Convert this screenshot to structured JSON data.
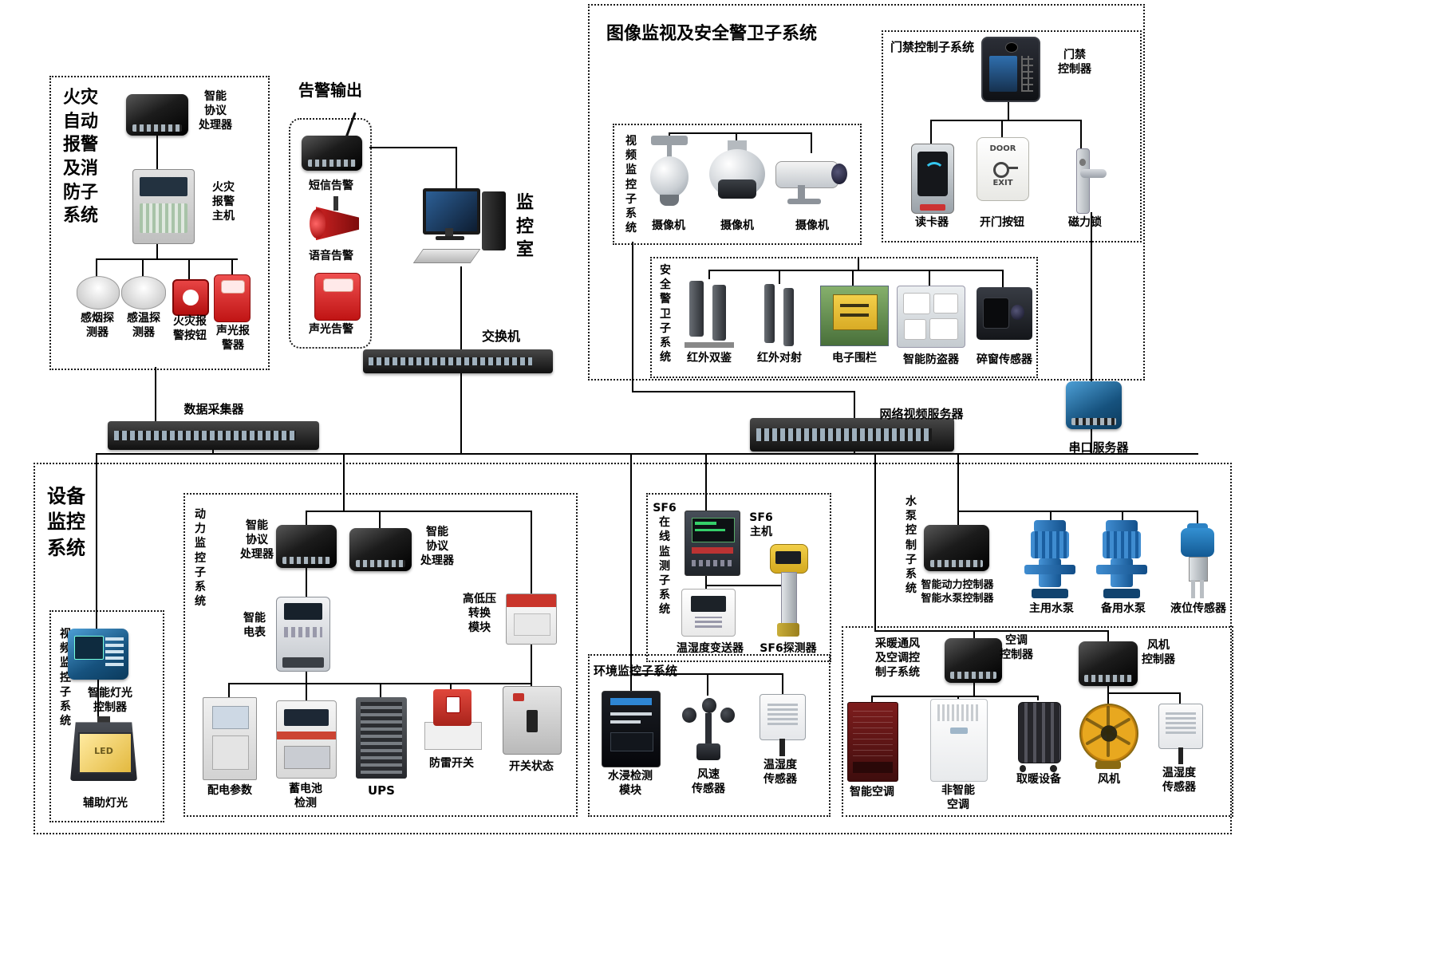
{
  "diagram": {
    "fire": {
      "title": "火灾\n自动\n报警\n及消\n防子\n系统",
      "protocol_processor": "智能\n协议\n处理器",
      "alarm_host": "火灾\n报警\n主机",
      "smoke_detector": "感烟探\n测器",
      "temp_detector": "感温探\n测器",
      "alarm_button": "火灾报\n警按钮",
      "sound_light_alarm": "声光报\n警器"
    },
    "alarm_output": {
      "title": "告警输出",
      "sms": "短信告警",
      "voice": "语音告警",
      "sound_light": "声光告警"
    },
    "monitor_room": "监\n控\n室",
    "switch_label": "交换机",
    "collector": "数据采集器",
    "nvr": "网络视频服务器",
    "serial_server": "串口服务器",
    "surveillance": {
      "title": "图像监视及安全警卫子系统",
      "video_sub": {
        "title": "视\n频\n监\n控\n子\n系\n统",
        "cameras": [
          "摄像机",
          "摄像机",
          "摄像机"
        ]
      },
      "access": {
        "title": "门禁控制子系统",
        "controller": "门禁\n控制器",
        "card_reader": "读卡器",
        "door_button": "开门按钮",
        "magnetic_lock": "磁力锁",
        "door_text": "DOOR",
        "exit_text": "EXIT"
      },
      "guard": {
        "title": "安\n全\n警\n卫\n子\n系\n统",
        "ir_dual": "红外双鉴",
        "ir_beam": "红外对射",
        "fence": "电子围栏",
        "antitheft": "智能防盗器",
        "window_sensor": "碎窗传感器"
      }
    },
    "equipment": {
      "title": "设备\n监控\n系统",
      "video_sub": {
        "title": "视\n频\n监\n控\n子\n系\n统",
        "light_controller": "智能灯光\n控制器",
        "aux_light": "辅助灯光",
        "led_text": "LED"
      },
      "power": {
        "title": "动\n力\n监\n控\n子\n系\n统",
        "protocol1": "智能\n协议\n处理器",
        "protocol2": "智能\n协议\n处理器",
        "meter": "智能\n电表",
        "hv_module": "高低压\n转换\n模块",
        "dist_params": "配电参数",
        "battery": "蓄电池\n检测",
        "ups": "UPS",
        "lightning": "防雷开关",
        "switch_status": "开关状态"
      },
      "sf6": {
        "title": "SF6\n在\n线\n监\n测\n子\n系\n统",
        "host": "SF6\n主机",
        "transmitter": "温湿度变送器",
        "detector": "SF6探测器"
      },
      "env": {
        "title": "环境监控子系统",
        "water": "水浸检测\n模块",
        "wind": "风速\n传感器",
        "th_sensor": "温湿度\n传感器"
      },
      "pump": {
        "title": "水\n泵\n控\n制\n子\n系\n统",
        "controller": "智能动力控制器\n智能水泵控制器",
        "main_pump": "主用水泵",
        "backup_pump": "备用水泵",
        "level_sensor": "液位传感器"
      },
      "hvac": {
        "title": "采暖通风\n及空调控\n制子系统",
        "ac_controller": "空调\n控制器",
        "fan_controller": "风机\n控制器",
        "smart_ac": "智能空调",
        "plain_ac": "非智能\n空调",
        "heater": "取暖设备",
        "fan": "风机",
        "th_sensor": "温湿度\n传感器"
      }
    }
  }
}
